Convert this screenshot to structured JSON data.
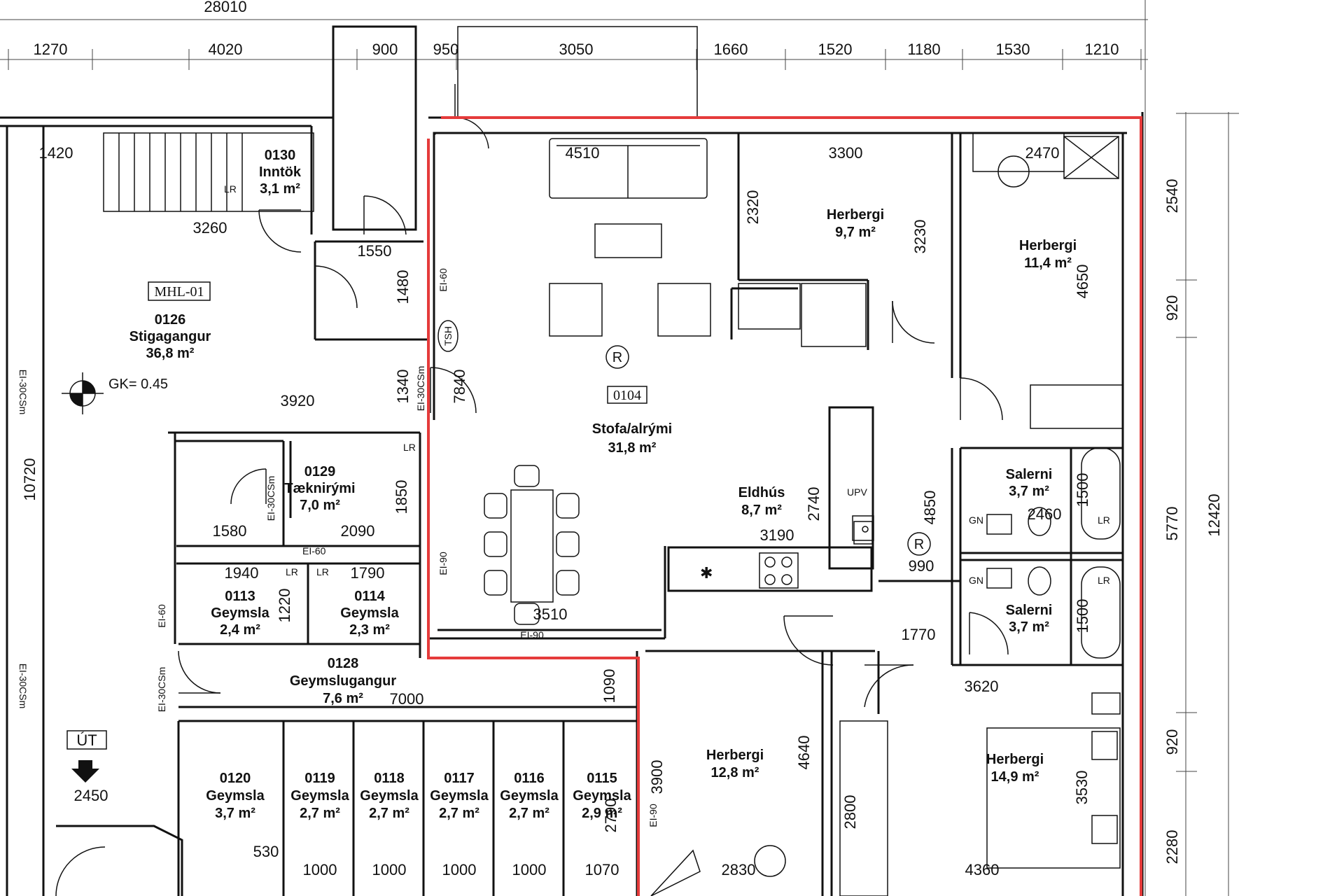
{
  "plan": {
    "top_dims": {
      "overall": "28010",
      "segments": [
        "1270",
        "4020",
        "900",
        "950",
        "3050",
        "1660",
        "1520",
        "1180",
        "1530",
        "1210"
      ]
    },
    "right_dims": {
      "segments": [
        "2540",
        "920",
        "5770",
        "920",
        "2280"
      ],
      "overall": "12420"
    },
    "left_dims": {
      "overall": "10720"
    },
    "rooms": {
      "r0130": {
        "code": "0130",
        "name": "Inntök",
        "area": "3,1 m²"
      },
      "r0126": {
        "tag": "MHL-01",
        "code": "0126",
        "name": "Stigagangur",
        "area": "36,8 m²"
      },
      "r0104": {
        "code": "0104",
        "name": "Stofa/alrými",
        "area": "31,8 m²"
      },
      "herbergi_97": {
        "name": "Herbergi",
        "area": "9,7 m²"
      },
      "herbergi_114": {
        "name": "Herbergi",
        "area": "11,4 m²"
      },
      "r0129": {
        "code": "0129",
        "name": "Tæknirými",
        "area": "7,0 m²"
      },
      "eldhus": {
        "name": "Eldhús",
        "area": "8,7 m²"
      },
      "salerni_1": {
        "name": "Salerni",
        "area": "3,7 m²"
      },
      "salerni_2": {
        "name": "Salerni",
        "area": "3,7 m²"
      },
      "r0113": {
        "code": "0113",
        "name": "Geymsla",
        "area": "2,4 m²"
      },
      "r0114": {
        "code": "0114",
        "name": "Geymsla",
        "area": "2,3 m²"
      },
      "r0128": {
        "code": "0128",
        "name": "Geymslugangur",
        "area": "7,6 m²"
      },
      "herbergi_128": {
        "name": "Herbergi",
        "area": "12,8 m²"
      },
      "herbergi_149": {
        "name": "Herbergi",
        "area": "14,9 m²"
      },
      "r0120": {
        "code": "0120",
        "name": "Geymsla",
        "area": "3,7 m²"
      },
      "r0119": {
        "code": "0119",
        "name": "Geymsla",
        "area": "2,7 m²"
      },
      "r0118": {
        "code": "0118",
        "name": "Geymsla",
        "area": "2,7 m²"
      },
      "r0117": {
        "code": "0117",
        "name": "Geymsla",
        "area": "2,7 m²"
      },
      "r0116": {
        "code": "0116",
        "name": "Geymsla",
        "area": "2,7 m²"
      },
      "r0115": {
        "code": "0115",
        "name": "Geymsla",
        "area": "2,9 m²"
      }
    },
    "inner_dims": {
      "d1420": "1420",
      "d3260": "3260",
      "d1550": "1550",
      "d1480": "1480",
      "d3920": "3920",
      "d1340": "1340",
      "d7840": "7840",
      "d4510": "4510",
      "d3300": "3300",
      "d2470": "2470",
      "d2320": "2320",
      "d3230": "3230",
      "d4650": "4650",
      "d1850": "1850",
      "d2090": "2090",
      "d1580": "1580",
      "d2740": "2740",
      "d3190": "3190",
      "d4850": "4850",
      "d990": "990",
      "d1500a": "1500",
      "d2460": "2460",
      "d1500b": "1500",
      "d1940": "1940",
      "d1790": "1790",
      "d1220": "1220",
      "d3510": "3510",
      "d1770": "1770",
      "d3620": "3620",
      "d7000": "7000",
      "d1090": "1090",
      "d4640": "4640",
      "d3900": "3900",
      "d3530": "3530",
      "d2800": "2800",
      "d2830": "2830",
      "d4360": "4360",
      "d530": "530",
      "d2450": "2450",
      "b1000a": "1000",
      "b1000b": "1000",
      "b1000c": "1000",
      "b1000d": "1000",
      "b1070": "1070",
      "d2790": "2790"
    },
    "labels": {
      "gk": "GK= 0.45",
      "ut": "ÚT",
      "tsh": "TSH",
      "lr1": "LR",
      "lr2": "LR",
      "lr3": "LR",
      "lr4": "LR",
      "lr5": "LR",
      "lr6": "LR",
      "ei60a": "EI-60",
      "ei60b": "EI-60",
      "ei60c": "EI-60",
      "ei30csm_a": "EI-30CSm",
      "ei30csm_b": "EI-30CSm",
      "ei30csm_c": "EI-30CSm",
      "ei30csm_d": "EI-30CSm",
      "ei30csm_e": "EI-30CSm",
      "ei90a": "EI-90",
      "ei90b": "EI-90",
      "ei90c": "EI-90",
      "upv": "UPV",
      "gn1": "GN",
      "gn2": "GN",
      "r_mark1": "R",
      "r_mark2": "R"
    }
  }
}
